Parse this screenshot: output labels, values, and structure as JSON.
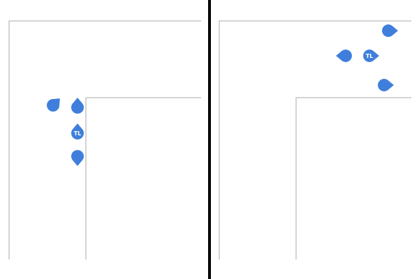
{
  "colors": {
    "marker_fill": "#3f7fdb",
    "marker_text": "#ffffff",
    "frame_line": "#aaaaaa",
    "divider": "#000000",
    "background": "#ffffff"
  },
  "panels": [
    {
      "name": "left-panel",
      "markers": [
        {
          "name": "marker-tip-up-right",
          "tip": "up-right",
          "label": ""
        },
        {
          "name": "marker-tip-up-a",
          "tip": "up",
          "label": ""
        },
        {
          "name": "marker-tip-up-labeled",
          "tip": "up",
          "label": "TL"
        },
        {
          "name": "marker-tip-down",
          "tip": "down",
          "label": ""
        }
      ]
    },
    {
      "name": "right-panel",
      "markers": [
        {
          "name": "marker-tip-right-a",
          "tip": "right",
          "label": ""
        },
        {
          "name": "marker-tip-left",
          "tip": "left",
          "label": ""
        },
        {
          "name": "marker-tip-right-labeled",
          "tip": "right",
          "label": "TL"
        },
        {
          "name": "marker-tip-right-b",
          "tip": "right",
          "label": ""
        }
      ]
    }
  ]
}
